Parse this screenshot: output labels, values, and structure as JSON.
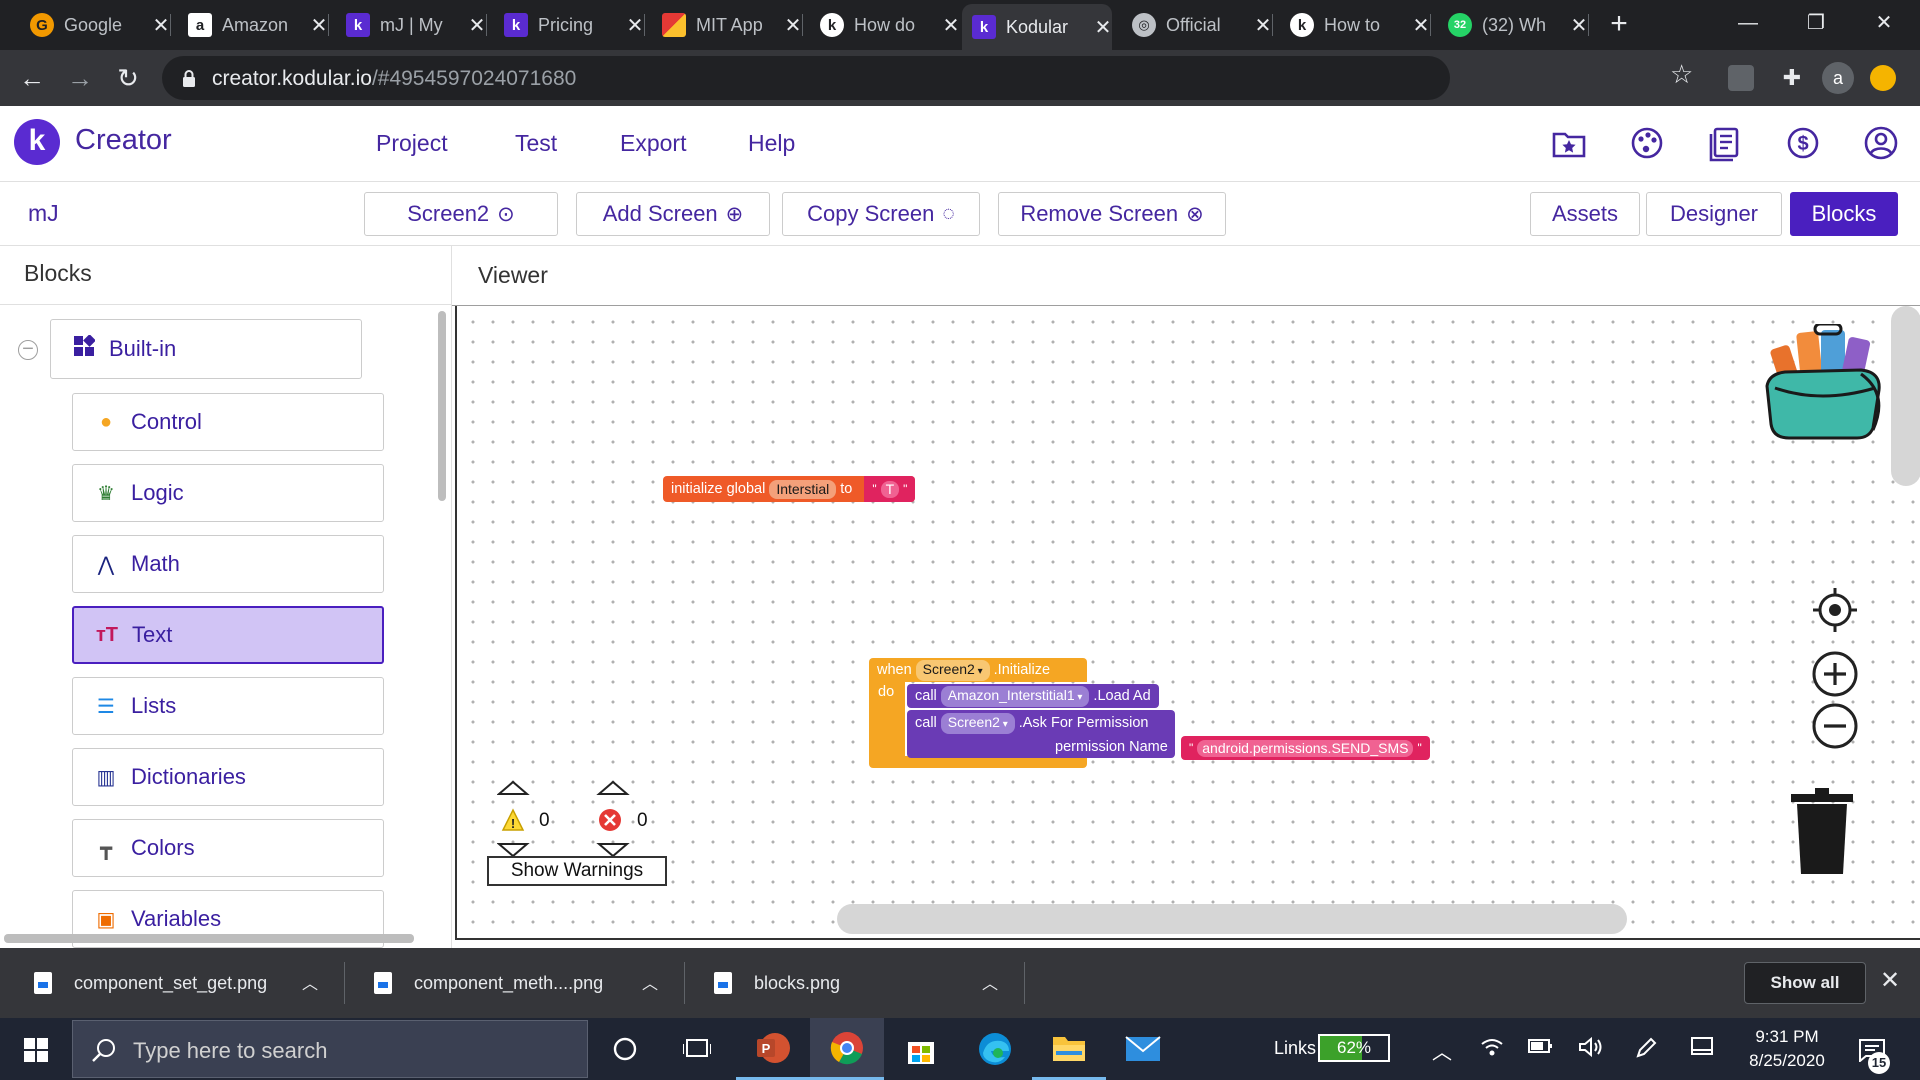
{
  "browser": {
    "tabs": [
      {
        "label": "Google",
        "favicon_letter": "G",
        "favicon_color": "#f29900"
      },
      {
        "label": "Amazon",
        "favicon_letter": "a",
        "favicon_color": "#ffffff"
      },
      {
        "label": "mJ | My",
        "favicon_letter": "k",
        "favicon_color": "#5a2bd1"
      },
      {
        "label": "Pricing",
        "favicon_letter": "k",
        "favicon_color": "#5a2bd1"
      },
      {
        "label": "MIT App",
        "favicon_letter": "",
        "favicon_color": "#e53935"
      },
      {
        "label": "How do",
        "favicon_letter": "k",
        "favicon_color": "#ffffff"
      },
      {
        "label": "Kodular",
        "favicon_letter": "k",
        "favicon_color": "#5a2bd1",
        "active": true
      },
      {
        "label": "Official",
        "favicon_letter": "",
        "favicon_color": "#bdc1c6"
      },
      {
        "label": "How to",
        "favicon_letter": "k",
        "favicon_color": "#ffffff"
      },
      {
        "label": "(32) Wh",
        "favicon_letter": "32",
        "favicon_color": "#25d366"
      }
    ],
    "url_host": "creator.kodular.io",
    "url_path": "/#4954597024071680",
    "profile_initial": "a"
  },
  "app": {
    "title": "Creator",
    "logo_letter": "k",
    "brand_color": "#4a1fbf",
    "menu": [
      "Project",
      "Test",
      "Export",
      "Help"
    ],
    "header_icons": [
      "folder-star-icon",
      "palette-icon",
      "document-icon",
      "dollar-icon",
      "account-icon"
    ]
  },
  "toolbar": {
    "project_name": "mJ",
    "screen_select": "Screen2",
    "add_screen": "Add Screen",
    "copy_screen": "Copy Screen",
    "remove_screen": "Remove Screen",
    "assets": "Assets",
    "designer": "Designer",
    "blocks": "Blocks"
  },
  "blocks_panel": {
    "title": "Blocks",
    "root": "Built-in",
    "categories": [
      {
        "label": "Control",
        "icon": "control-icon",
        "color": "#f5a623"
      },
      {
        "label": "Logic",
        "icon": "logic-icon",
        "color": "#2e7d32"
      },
      {
        "label": "Math",
        "icon": "math-icon",
        "color": "#1a237e"
      },
      {
        "label": "Text",
        "icon": "text-icon",
        "color": "#c2185b",
        "selected": true
      },
      {
        "label": "Lists",
        "icon": "lists-icon",
        "color": "#1e88e5"
      },
      {
        "label": "Dictionaries",
        "icon": "dictionaries-icon",
        "color": "#283593"
      },
      {
        "label": "Colors",
        "icon": "colors-icon",
        "color": "#555555"
      },
      {
        "label": "Variables",
        "icon": "variables-icon",
        "color": "#ef6c00"
      }
    ]
  },
  "viewer": {
    "title": "Viewer",
    "global_block": {
      "prefix": "initialize global",
      "name": "Interstial",
      "to": "to",
      "value": "T",
      "color": "#ef5a28"
    },
    "event_block": {
      "when": "when",
      "component": "Screen2",
      "event": ".Initialize",
      "do": "do",
      "color": "#f5a623",
      "calls": [
        {
          "call": "call",
          "component": "Amazon_Interstitial1",
          "method": ".Load Ad"
        },
        {
          "call": "call",
          "component": "Screen2",
          "method": ".Ask For Permission",
          "param_label": "permission Name",
          "param_value": "android.permissions.SEND_SMS"
        }
      ],
      "call_color": "#6a3bb5",
      "text_color": "#e0235f"
    },
    "warnings_count": "0",
    "errors_count": "0",
    "show_warnings": "Show Warnings"
  },
  "downloads": {
    "items": [
      "component_set_get.png",
      "component_meth....png",
      "blocks.png"
    ],
    "show_all": "Show all"
  },
  "taskbar": {
    "search_placeholder": "Type here to search",
    "links_label": "Links",
    "battery": "62%",
    "battery_level": 0.62,
    "time": "9:31 PM",
    "date": "8/25/2020",
    "notifications": "15"
  }
}
